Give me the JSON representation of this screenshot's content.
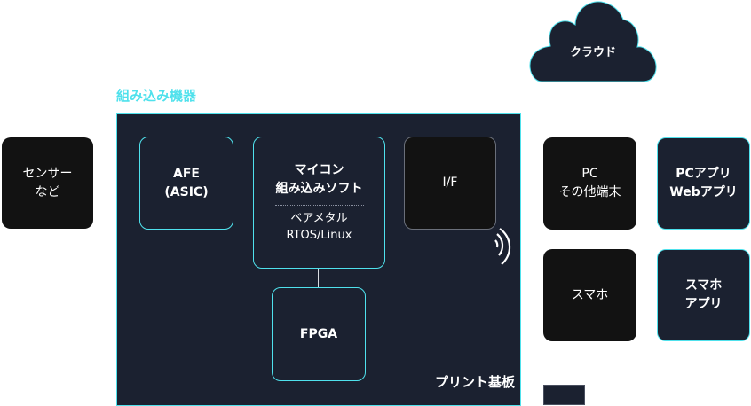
{
  "cloud": {
    "label": "クラウド"
  },
  "device": {
    "label": "組み込み機器"
  },
  "board": {
    "label": "プリント基板"
  },
  "sensor": {
    "line1": "センサー",
    "line2": "など"
  },
  "afe": {
    "line1": "AFE",
    "line2": "(ASIC)"
  },
  "mcu": {
    "line1": "マイコン",
    "line2": "組み込みソフト",
    "sub1": "ベアメタル",
    "sub2": "RTOS/Linux"
  },
  "fpga": {
    "label": "FPGA"
  },
  "interface": {
    "label": "I/F"
  },
  "pc": {
    "line1": "PC",
    "line2": "その他端末"
  },
  "pc_app": {
    "line1": "PCアプリ",
    "line2": "Webアプリ"
  },
  "smartphone": {
    "label": "スマホ"
  },
  "smartphone_app": {
    "line1": "スマホ",
    "line2": "アプリ"
  },
  "colors": {
    "accent": "#4fe1ec",
    "navy": "#1b2130",
    "black": "#121212"
  }
}
